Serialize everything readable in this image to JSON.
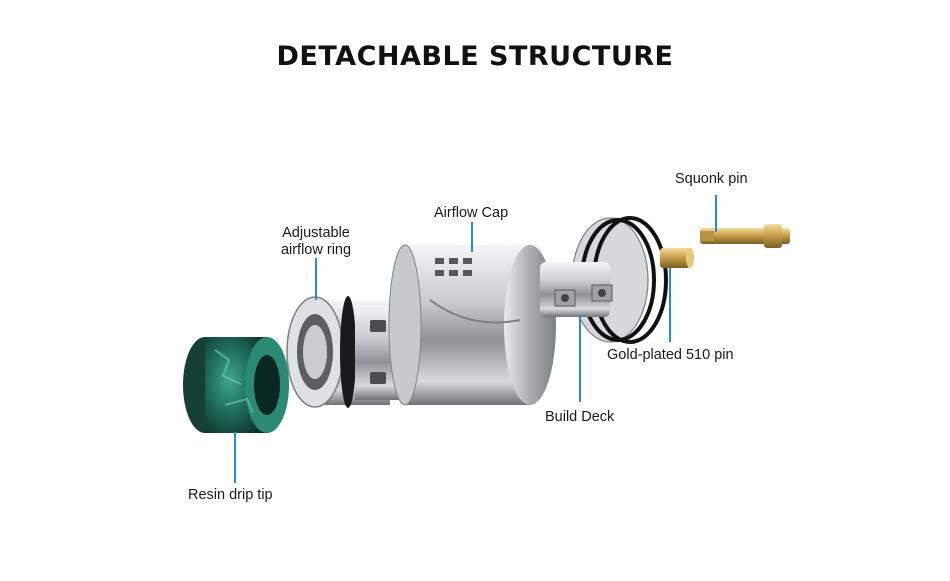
{
  "title": "DETACHABLE STRUCTURE",
  "labels": {
    "squonk_pin": "Squonk pin",
    "airflow_cap": "Airflow Cap",
    "adjustable_ring_line1": "Adjustable",
    "adjustable_ring_line2": "airflow ring",
    "gold_pin": "Gold-plated 510 pin",
    "build_deck": "Build Deck",
    "resin_tip": "Resin drip tip"
  },
  "colors": {
    "leader_line": "#1e8fd8",
    "steel": "#b9bcc0",
    "gold": "#c9a24a",
    "resin": "#1f6b5a"
  }
}
